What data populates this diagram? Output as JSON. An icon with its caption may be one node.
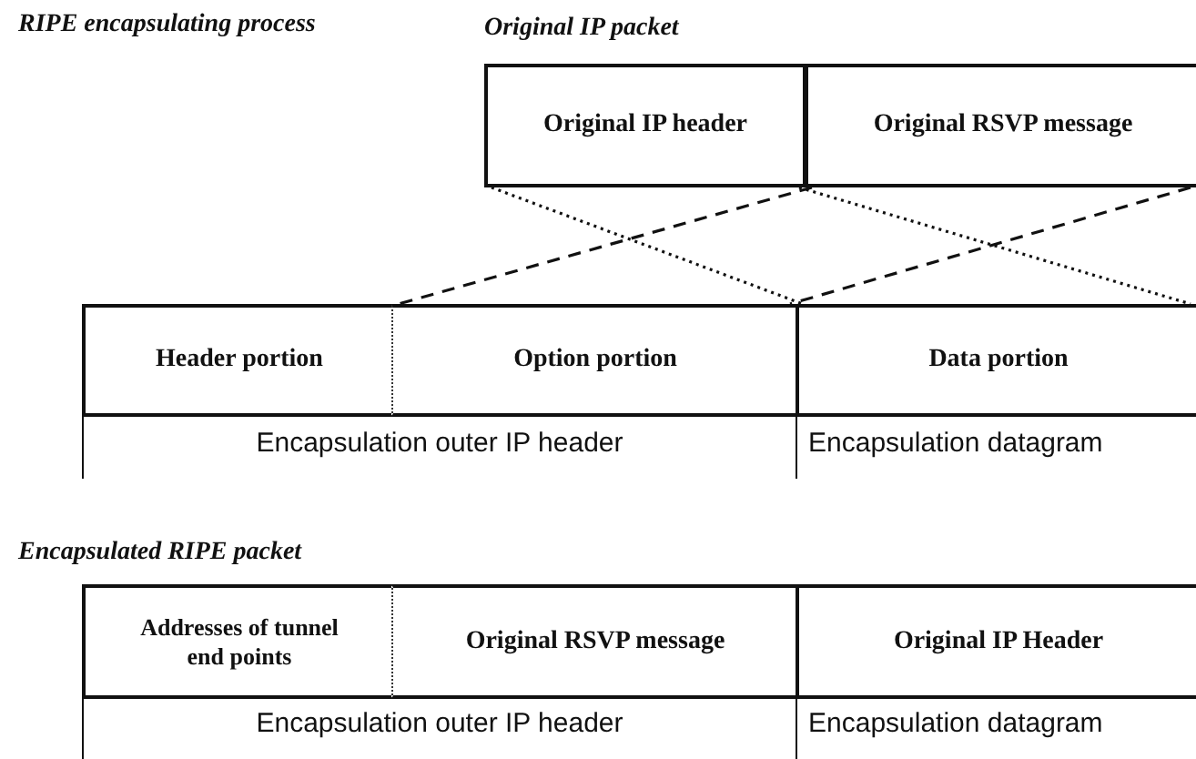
{
  "diagram": {
    "title": "RIPE encapsulating process",
    "nodes": [
      {
        "text": [
          "Original IP header"
        ]
      },
      {
        "text": [
          "Original RSVP message"
        ]
      },
      {
        "text": [
          "Header portion"
        ]
      },
      {
        "text": [
          "Option portion"
        ]
      },
      {
        "text": [
          "Data portion"
        ]
      },
      {
        "text": [
          "Addresses of tunnel end points"
        ]
      },
      {
        "text": [
          "Original RSVP message"
        ]
      },
      {
        "text": [
          "Original IP Header"
        ]
      }
    ],
    "edges": [
      {
        "from": 0,
        "to": 4,
        "arrow": "none",
        "style": "dashed"
      },
      {
        "from": 0,
        "to": 4,
        "arrow": "none",
        "style": "dashed"
      },
      {
        "from": 1,
        "to": 3,
        "arrow": "none",
        "style": "dashed"
      },
      {
        "from": 1,
        "to": 3,
        "arrow": "none",
        "style": "dashed"
      }
    ],
    "labels": [
      "Original IP packet",
      "Encapsulation outer IP header",
      "Encapsulation datagram",
      "Encapsulated RIPE packet",
      "Encapsulation outer IP header",
      "Encapsulation datagram"
    ]
  }
}
